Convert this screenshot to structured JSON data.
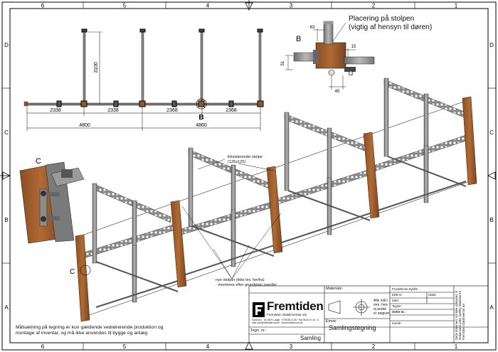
{
  "border": {
    "columns": [
      "6",
      "5",
      "4",
      "3",
      "2",
      "1"
    ],
    "rows": [
      "D",
      "C",
      "B",
      "A"
    ]
  },
  "plan": {
    "height_dim": "3100",
    "dims_top": [
      "2338",
      "2338",
      "2368",
      "2368"
    ],
    "dims_total": [
      "4800",
      "4860"
    ],
    "ref_label": "B"
  },
  "detail_b": {
    "label": "B",
    "title_line1": "Placering på stolpen",
    "title_line2": "(vigtig af hensyn til døren)",
    "dim_63": "63",
    "dim_15": "15",
    "dim_51": "51",
    "dim_45": "45"
  },
  "detail_c": {
    "label": "C"
  },
  "callouts": {
    "existing_line1": "Eksisterende stolpe",
    "existing_line2": "(125x125)",
    "new_line1": "nye stolper (ikke lev. herfra)",
    "new_line2": "- monteres efter grundplan ovenfor",
    "c_marker": "C"
  },
  "note": {
    "text": "Målsætning på tegning er kun gældende vedrørerende produktion og montage af inventar, og må ikke anvendes til bygge og anlæg"
  },
  "title_block": {
    "company": "Fremtiden",
    "subtitle": "Fremtiden Staldinventar a/s",
    "address": "Fjordvej 4 · DK-6870 Laugh · Tlf 98 66 11 55 · Fax 98 66 10 15 · E-mail: post@fremtiden-as.dk · www.fremtiden-as.dk",
    "materiale": "Materiale:",
    "units_line1": "Alle mål i",
    "units_line2": "mm, hvis",
    "units_line3": "ej andet",
    "units_line4": "er angivet",
    "emne": "Emne:",
    "title": "Samlingstegning",
    "tegn_nr": "Tegn. nr.:",
    "name": "Samling",
    "prod_stykliste": "Produktions styklist",
    "edb_nr": "EDB nr.:",
    "dato": "Dato:",
    "tegner": "Tegner:",
    "ordre_nr": "Ordre nr.:",
    "kunde": "Kunde:",
    "skala": "Skala:",
    "copyright": "Dette dokument må ikke udleveres til tredjemand uden skriftlig tilladelse fra Fremtiden Staldinventar a/s"
  }
}
